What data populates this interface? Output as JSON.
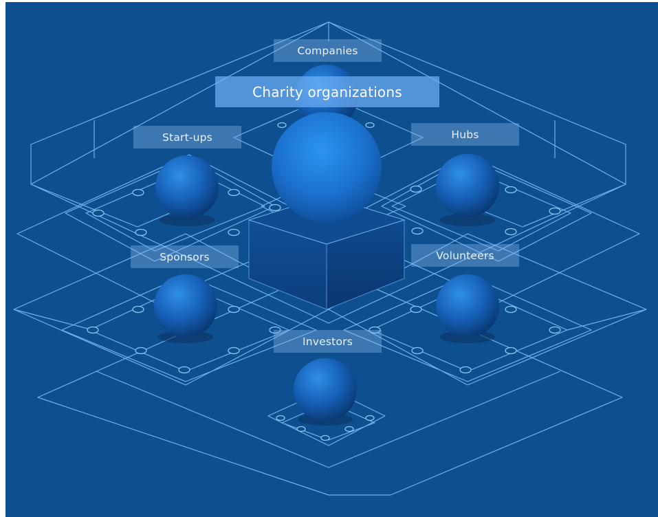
{
  "labels": {
    "companies": "Companies",
    "charity": "Charity organizations",
    "startups": "Start-ups",
    "hubs": "Hubs",
    "sponsors": "Sponsors",
    "volunteers": "Volunteers",
    "investors": "Investors"
  },
  "colors": {
    "background": "#0d4f8f",
    "line": "#6fb2f0",
    "label_box": "#8cb9eb",
    "main_label_box": "#6eaff5",
    "sphere_light": "#2a8ae6",
    "sphere_dark": "#0a3a74"
  }
}
